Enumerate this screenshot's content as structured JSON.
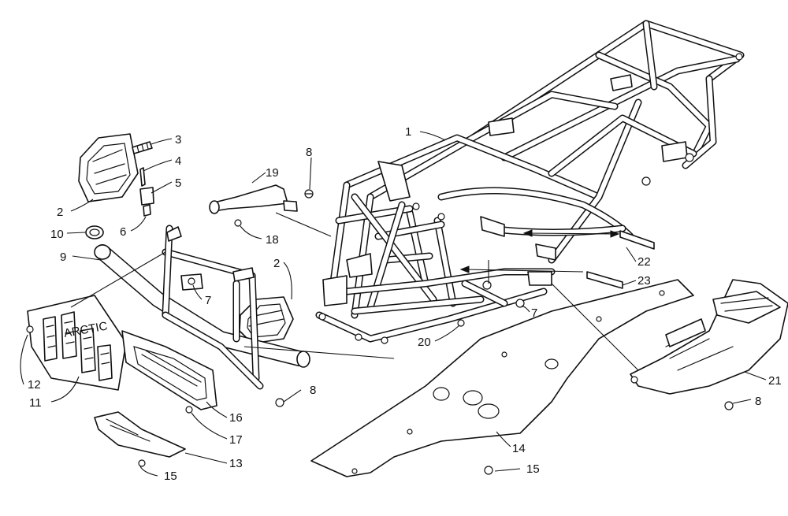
{
  "callouts": [
    {
      "id": "c1",
      "text": "1"
    },
    {
      "id": "c2a",
      "text": "2"
    },
    {
      "id": "c2b",
      "text": "2"
    },
    {
      "id": "c3",
      "text": "3"
    },
    {
      "id": "c4",
      "text": "4"
    },
    {
      "id": "c5",
      "text": "5"
    },
    {
      "id": "c6",
      "text": "6"
    },
    {
      "id": "c7a",
      "text": "7"
    },
    {
      "id": "c7b",
      "text": "7"
    },
    {
      "id": "c8a",
      "text": "8"
    },
    {
      "id": "c8b",
      "text": "8"
    },
    {
      "id": "c8c",
      "text": "8"
    },
    {
      "id": "c9",
      "text": "9"
    },
    {
      "id": "c10",
      "text": "10"
    },
    {
      "id": "c11",
      "text": "11"
    },
    {
      "id": "c12",
      "text": "12"
    },
    {
      "id": "c13",
      "text": "13"
    },
    {
      "id": "c14",
      "text": "14"
    },
    {
      "id": "c15a",
      "text": "15"
    },
    {
      "id": "c15b",
      "text": "15"
    },
    {
      "id": "c16",
      "text": "16"
    },
    {
      "id": "c17",
      "text": "17"
    },
    {
      "id": "c18",
      "text": "18"
    },
    {
      "id": "c19",
      "text": "19"
    },
    {
      "id": "c20",
      "text": "20"
    },
    {
      "id": "c21",
      "text": "21"
    },
    {
      "id": "c22",
      "text": "22"
    },
    {
      "id": "c23",
      "text": "23"
    }
  ],
  "grille_logo": "ARCTIC"
}
